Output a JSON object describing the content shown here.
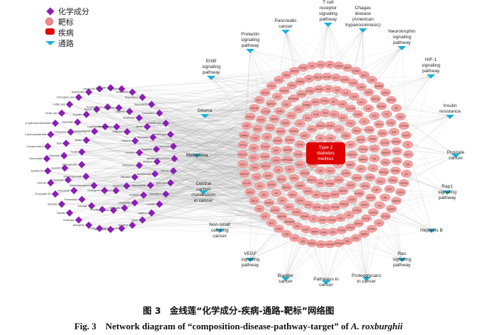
{
  "legend": {
    "compound": "化学成分",
    "target": "靶标",
    "disease": "疾病",
    "pathway": "通路"
  },
  "colors": {
    "compound": "#8a1fb5",
    "target_fill": "#f3a0a0",
    "target_stroke": "#d97777",
    "disease": "#e00000",
    "pathway": "#1bb2d8",
    "edge": "#9a9a9a"
  },
  "disease": {
    "label": "Type 2 diabetes mellitus"
  },
  "pathways": [
    {
      "label": "T cell receptor signaling pathway"
    },
    {
      "label": "Chagas disease (American trypanosomiasis)"
    },
    {
      "label": "Pancreatic cancer"
    },
    {
      "label": "Neurotrophin signaling pathway"
    },
    {
      "label": "Prolactin signaling pathway"
    },
    {
      "label": "HIF-1 signaling pathway"
    },
    {
      "label": "ErbB signaling pathway"
    },
    {
      "label": "Insulin resistance"
    },
    {
      "label": "Glioma"
    },
    {
      "label": "Prostate cancer"
    },
    {
      "label": "Melanoma"
    },
    {
      "label": "Rap1 signaling pathway"
    },
    {
      "label": "Central carbon metabolism in cancer"
    },
    {
      "label": "Hepatitis B"
    },
    {
      "label": "Non-small cell lung cancer"
    },
    {
      "label": "Ras signaling pathway"
    },
    {
      "label": "VEGF signaling pathway"
    },
    {
      "label": "Bladder cancer"
    },
    {
      "label": "Pathways in cancer"
    },
    {
      "label": "Proteoglycans in cancer"
    }
  ],
  "targets": {
    "ring_counts": [
      58,
      50,
      42,
      34,
      26,
      18,
      10
    ],
    "labels": [
      "AKT1",
      "TNF",
      "IL6",
      "VEGFA",
      "EGFR",
      "MAPK1",
      "CASP3",
      "PTGS2",
      "JUN",
      "STAT3",
      "MMP9",
      "ESR1",
      "SRC",
      "HSP90AA1",
      "MAPK8",
      "CCND1",
      "PPARG",
      "INS",
      "ALB",
      "IL1B",
      "TP53",
      "MYC",
      "EGF",
      "FOS",
      "RELA",
      "NOS3",
      "CXCL8",
      "MAPK3",
      "IGF1",
      "PIK3CA",
      "HIF1A",
      "ERBB2",
      "KDR",
      "PRKCA",
      "GSK3B",
      "BCL2",
      "MTOR",
      "PTEN",
      "CDK2",
      "SIRT1",
      "HMOX1",
      "NFKB1",
      "CAT",
      "SOD1",
      "APP",
      "GAPDH",
      "MMP2",
      "ICAM1",
      "SELE",
      "CRP",
      "ADRB2",
      "DPP4",
      "PTPN1",
      "AR",
      "PGR",
      "CYP3A4",
      "ACHE",
      "F2",
      "PPARA",
      "RXRA"
    ]
  },
  "compounds": {
    "ring_counts": [
      36,
      26,
      16
    ],
    "labels": [
      "Isorhamnetin-3-O-β-D",
      "Orientin",
      "Quercetin",
      "Kaempferol",
      "Luteolin",
      "Apigenin",
      "Vitexin",
      "Isovitexin",
      "Protocatechuic acid",
      "Vanillic acid",
      "Rutin",
      "Naringenin",
      "Eriodictyol",
      "Taxifolin",
      "Myricetin",
      "Procyanidin B2",
      "Catechin",
      "Epicatechin",
      "Kinsenoside",
      "Goodyeroside A",
      "3-hydroxybutanolide",
      "p-hydroxybenzaldehyde",
      "Ferulic acid",
      "Caffeic acid",
      "Chlorogenic acid",
      "Isoquercitrin",
      "Hyperoside",
      "Astragalin",
      "Narcissin",
      "β-sitosterol",
      "Stigmasterol",
      "Daucosterol",
      "Campesterol",
      "Palmitic acid",
      "Linoleic acid",
      "Oleic acid",
      "Succinic acid",
      "Anoectochilin",
      "Cirsilineol",
      "Cirsimaritin",
      "Hispidulin",
      "Scutellarein",
      "Chrysin",
      "Galangin",
      "Pinocembrin",
      "Pinostrobin",
      "Tectochrysin",
      "Acacetin",
      "Diosmetin",
      "Tricin",
      "Chrysoeriol",
      "Jaceosidin",
      "Eupatilin",
      "Nepetin",
      "Pectolinarigenin",
      "Salvigenin",
      "Ladanein",
      "Genkwanin",
      "Velutin",
      "Sinensetin",
      "Tangeretin",
      "Nobiletin",
      "Baicalein",
      "Wogonin",
      "Oroxylin A",
      "Norwogonin",
      "Dihydrokaempferol",
      "Dihydroquercetin",
      "Aromadendrin",
      "Fustin",
      "Butein",
      "Isoliquiritigenin",
      "Liquiritigenin",
      "Formononetin",
      "Calycosin",
      "Daidzein",
      "Genistein",
      "Biochanin A"
    ]
  },
  "caption": {
    "cn": "图 3　金线莲“化学成分-疾病-通路-靶标”网络图",
    "en_prefix": "Fig. 3　Network diagram of “composition-disease-pathway-target” of ",
    "en_species": "A. roxburghii"
  }
}
